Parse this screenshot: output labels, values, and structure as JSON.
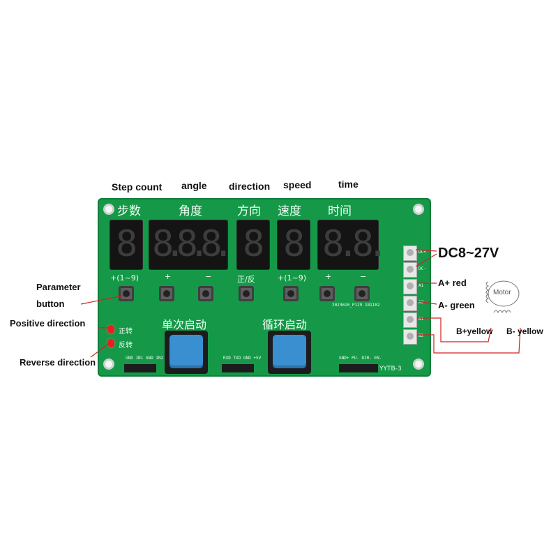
{
  "top_labels": {
    "step_count": "Step count",
    "angle": "angle",
    "direction": "direction",
    "speed": "speed",
    "time": "time"
  },
  "side_labels": {
    "parameter_line1": "Parameter",
    "parameter_line2": "button",
    "positive_direction": "Positive direction",
    "reverse_direction": "Reverse direction"
  },
  "right_labels": {
    "dc_voltage": "DC8~27V",
    "a_plus": "A+ red",
    "a_minus": "A- green",
    "b_plus": "B+yellow",
    "b_minus": "B- yellow",
    "motor": "Motor"
  },
  "board": {
    "cn_step": "步数",
    "cn_angle": "角度",
    "cn_direction": "方向",
    "cn_speed": "速度",
    "cn_time": "时间",
    "btn_label_1": "+(1~9)",
    "btn_label_2": "+",
    "btn_label_3": "−",
    "btn_label_4": "正/反",
    "btn_label_5": "+(1~9)",
    "btn_label_6": "+",
    "btn_label_7": "−",
    "cn_single_start": "单次启动",
    "cn_cycle_start": "循环启动",
    "led_forward": "正转",
    "led_reverse": "反转",
    "model": "YYTB-3",
    "terminal_dc_plus": "DC+",
    "terminal_dc_minus": "DC-",
    "terminal_a1": "A1",
    "terminal_a2": "A2",
    "terminal_b1": "B1",
    "terminal_b2": "B2",
    "pcb_code": "2023610_P129 181102",
    "header1_pins": "GND IN1 GND IN2",
    "header2_pins": "RXD TXD GND +5V",
    "header3_pins": "GND+ PU- DIR- EN-"
  },
  "displays": {
    "step_digits": "8",
    "angle_digits": "8.8.8.",
    "direction_digits": "8",
    "speed_digits": "8",
    "time_digits": "8.8."
  },
  "colors": {
    "pcb_green": "#159948",
    "annotation_red": "#d42020",
    "button_blue": "#3a8fd0"
  }
}
